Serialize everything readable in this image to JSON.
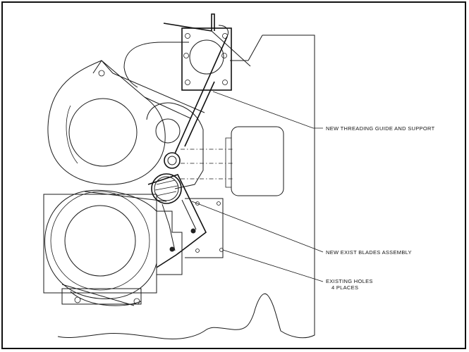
{
  "callouts": {
    "threading_guide": "NEW THREADING GUIDE AND SUPPORT",
    "blades_assembly": "NEW EXIST BLADES ASSEMBLY",
    "existing_holes_line1": "EXISTING HOLES",
    "existing_holes_line2": "4 PLACES"
  },
  "colors": {
    "line": "#1a1a1a",
    "background": "#ffffff"
  }
}
